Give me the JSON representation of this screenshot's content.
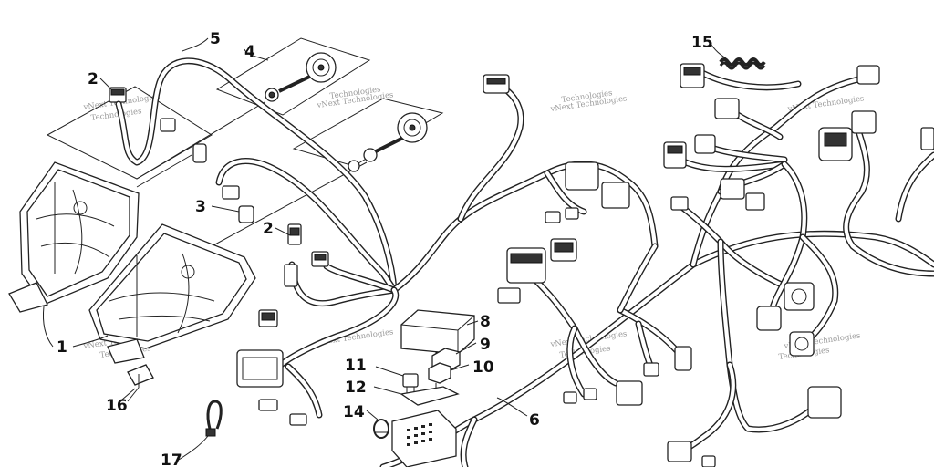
{
  "diagram": {
    "callouts": [
      {
        "id": "1",
        "label": "1"
      },
      {
        "id": "2a",
        "label": "2"
      },
      {
        "id": "2b",
        "label": "2"
      },
      {
        "id": "3",
        "label": "3"
      },
      {
        "id": "4",
        "label": "4"
      },
      {
        "id": "5",
        "label": "5"
      },
      {
        "id": "6",
        "label": "6"
      },
      {
        "id": "8",
        "label": "8"
      },
      {
        "id": "9",
        "label": "9"
      },
      {
        "id": "10",
        "label": "10"
      },
      {
        "id": "11",
        "label": "11"
      },
      {
        "id": "12",
        "label": "12"
      },
      {
        "id": "14",
        "label": "14"
      },
      {
        "id": "15",
        "label": "15"
      },
      {
        "id": "16",
        "label": "16"
      },
      {
        "id": "17",
        "label": "17"
      }
    ],
    "watermark": "vNext Technologies",
    "watermark_alt": "Technologies"
  }
}
